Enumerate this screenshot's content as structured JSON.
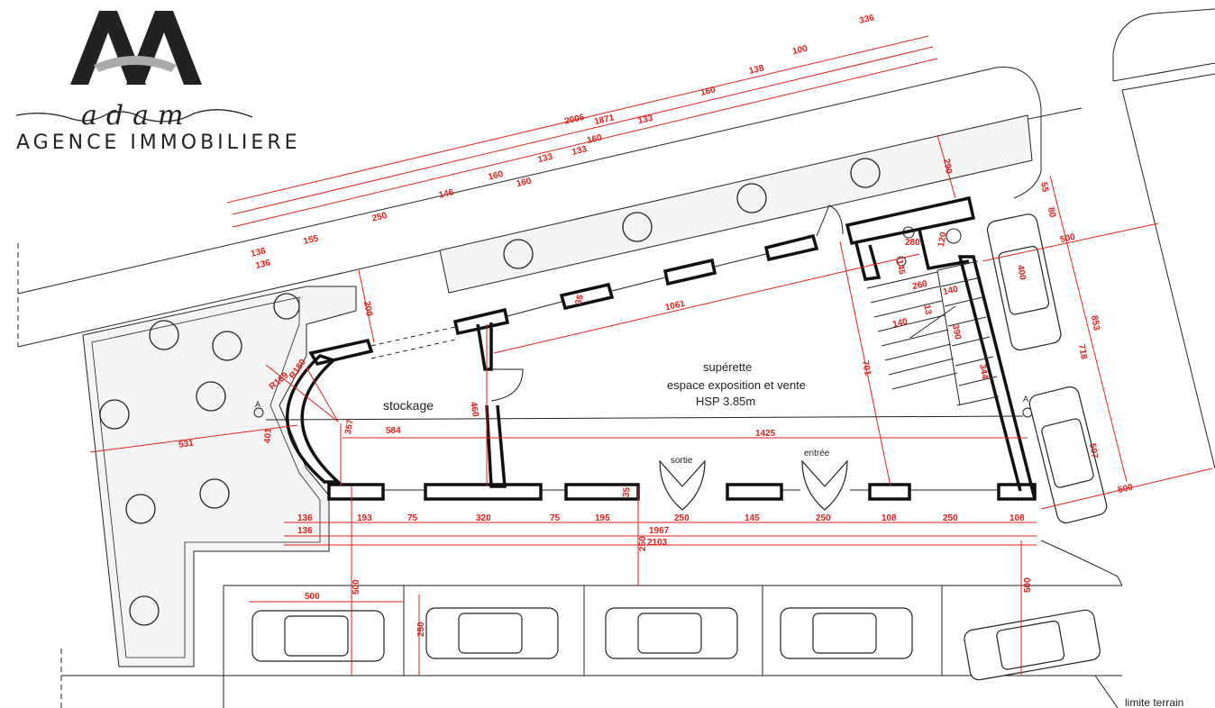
{
  "brand": {
    "name": "adam",
    "tagline": "AGENCE IMMOBILIERE",
    "accent": "#222222"
  },
  "rooms": {
    "store_name": "supérette",
    "store_desc": "espace exposition et vente",
    "ceiling": "HSP 3.85m",
    "storage": "stockage",
    "exit": "sortie",
    "entry": "entrée",
    "boundary": "limite terrain",
    "section_a": "A"
  },
  "top_dims": {
    "row1": [
      "2006",
      "1871",
      "160",
      "133",
      "160",
      "138",
      "100",
      "336"
    ],
    "row2": [
      "136",
      "155",
      "250",
      "146",
      "160",
      "133",
      "160",
      "133"
    ],
    "row3": [
      "136"
    ]
  },
  "interior_dims": {
    "d1061": "1061",
    "d200": "200",
    "d460": "460",
    "d35a": "35",
    "d35b": "35",
    "d357": "357",
    "d584": "584",
    "d1425": "1425",
    "d531": "531",
    "d401": "401",
    "d169": "R169",
    "d180": "R180",
    "d701": "701",
    "d280": "280",
    "d120": "120",
    "d145": "145",
    "d260": "260",
    "d140a": "140",
    "d140b": "140",
    "d13": "13",
    "d390": "390",
    "d344": "344",
    "d290": "290"
  },
  "right_dims": {
    "d55": "55",
    "d80": "80",
    "d500a": "500",
    "d400": "400",
    "d853": "853",
    "d718": "718",
    "d507": "507",
    "d500b": "500"
  },
  "bottom_dims": {
    "row1": [
      "136",
      "193",
      "75",
      "320",
      "75",
      "195",
      "250",
      "145",
      "250",
      "108",
      "250",
      "108"
    ],
    "row2": [
      "136",
      "1967"
    ],
    "row3": [
      "2103"
    ],
    "d250v": "250"
  },
  "parking_dims": {
    "w500": "500",
    "h500a": "500",
    "h250": "250",
    "h500b": "500"
  },
  "colors": {
    "dimension": "#e0201b",
    "wall": "#111111"
  }
}
